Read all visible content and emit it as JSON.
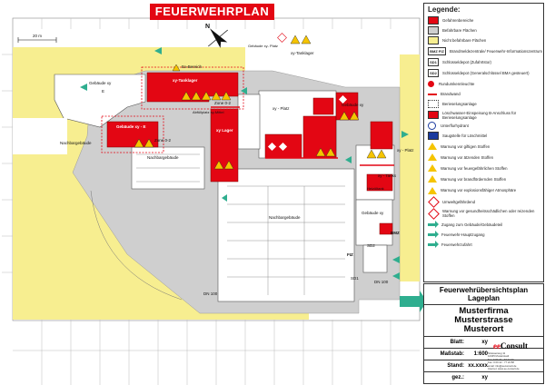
{
  "title": "FEUERWEHRPLAN",
  "scale_bar_label": "20 m",
  "north_label": "N",
  "legend": {
    "title": "Legende:",
    "items": [
      {
        "label": "Gefahrenbereiche",
        "swatch": "#e30613"
      },
      {
        "label": "Befahrbare Flächen",
        "swatch": "#cfcfcf"
      },
      {
        "label": "Nicht befahrbare Flächen",
        "swatch": "#f7ee90"
      },
      {
        "label": "Brandmeldezentrale/ Feuerwehr-Informationszentrum",
        "code": "BMZ FIZ"
      },
      {
        "label": "Schlüsseldepot (Zufahrtstor)",
        "code": "SD1"
      },
      {
        "label": "Schlüsseldepot (Generalschlüssel BMA gesteuert)",
        "code": "SD2"
      },
      {
        "label": "Rundumkennleuchte"
      },
      {
        "label": "Brandwand"
      },
      {
        "label": "Berieselungsanlage"
      },
      {
        "label": "Löschwasser-Einspeisung B-Anschluss für Berieselungsanlage"
      },
      {
        "label": "Unterflurhydrant"
      },
      {
        "label": "Saugstelle für Löschmittel"
      },
      {
        "label": "Warnung vor giftigen Stoffen"
      },
      {
        "label": "Warnung vor ätzenden Stoffen"
      },
      {
        "label": "Warnung vor feuergefährlichen Stoffen"
      },
      {
        "label": "Warnung vor brandfördernden Stoffen"
      },
      {
        "label": "Warnung vor explosionsfähiger Atmosphäre"
      },
      {
        "label": "Umweltgefährdend"
      },
      {
        "label": "Warnung vor gesundheitsschädlichen oder reizenden Stoffen"
      },
      {
        "label": "Zugang zum Gebäude/Gebäudeteil"
      },
      {
        "label": "Feuerwehr-Hauptzugang"
      },
      {
        "label": "Feuerwehrzufahrt"
      }
    ]
  },
  "map_labels": {
    "gebaeude_xy_e": "Gebäude xy",
    "gebaeude_xy_e2": "E",
    "gebaeude_xy_platz": "Gebäude xy- Platz",
    "xy_tanklager_top": "xy-Tanklager",
    "ex_bereich": "Ex-Bereich",
    "xy_tanklager": "xy-Tanklager",
    "abfuellplatz": "Abfüllplatz xy-Mittel",
    "zone02a": "Zone 0-2",
    "zone02b": "Zone 0-2",
    "gebaeude_xy_e_left": "Gebäude xy - E",
    "xy_lager": "xy Lager",
    "nachbargebaeude1": "Nachbargebäude",
    "nachbargebaeude2": "Nachbargebäude",
    "nachbargebaeude3": "Nachbargebäude",
    "xy_platz": "xy - Platz",
    "gebaeude_xy_mid": "Gebäude xy",
    "xy_platz_right": "xy - Platz",
    "xy_tanks": "xy - Tanks",
    "gebaeude_right": "Gebäude xy",
    "heizoeltank": "Heizöltank",
    "dn100a": "DN 100",
    "dn100b": "DN 100",
    "fiz": "FIZ",
    "bmz": "BMZ",
    "sd1": "SD1",
    "sd2": "SD2"
  },
  "title_block": {
    "heading1": "Feuerwehrübersichtsplan",
    "heading2": "Lageplan",
    "company": "Musterfirma",
    "street": "Musterstrasse",
    "city": "Musterort",
    "rows": [
      {
        "key": "Blatt:",
        "value": "xy"
      },
      {
        "key": "Maßstab:",
        "value": "1:600"
      },
      {
        "key": "Stand:",
        "value": "xx.xxxx"
      },
      {
        "key": "gez.:",
        "value": "xy"
      }
    ],
    "logo_ee": "ee",
    "logo_text": "Consult",
    "address_lines": [
      "Strasserweg 11",
      "12345 Musterstadt",
      "Tel.: 0 00 42 - 77 22 00",
      "Fax: 0 00 42 - 77 22 88",
      "email: info@eeconsult.de",
      "Internet: www.ee-consult.de"
    ]
  },
  "colors": {
    "danger": "#e30613",
    "yellow": "#f7ee90",
    "road": "#cfcfcf",
    "green": "#2fae8f"
  }
}
